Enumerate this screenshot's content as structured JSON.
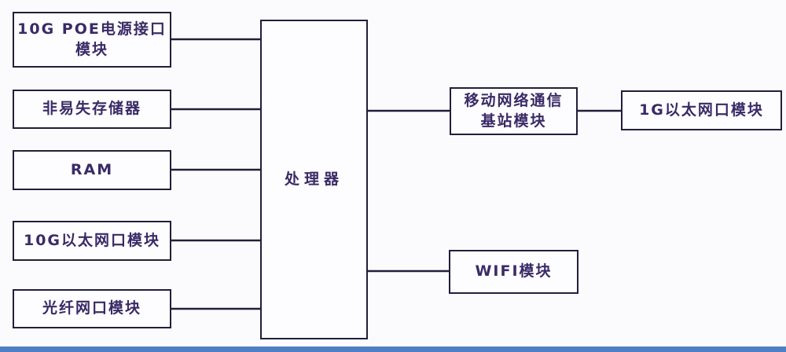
{
  "colors": {
    "background": "#fbfbfe",
    "box_fill": "#fdfdff",
    "box_border": "#221e3a",
    "line": "#221e3a",
    "text": "#3a2a66",
    "bottom_bar": "#4d80c4"
  },
  "nodes": [
    {
      "id": "poe-power",
      "label": "10G POE电源接口\n模块"
    },
    {
      "id": "nv-memory",
      "label": "非易失存储器"
    },
    {
      "id": "ram",
      "label": "RAM"
    },
    {
      "id": "eth-10g",
      "label": "10G以太网口模块"
    },
    {
      "id": "fiber-port",
      "label": "光纤网口模块"
    },
    {
      "id": "processor",
      "label": "处理器"
    },
    {
      "id": "basestation",
      "label": "移动网络通信\n基站模块"
    },
    {
      "id": "eth-1g",
      "label": "1G以太网口模块"
    },
    {
      "id": "wifi",
      "label": "WIFI模块"
    }
  ],
  "edges": [
    {
      "from": "10G POE电源接口模块",
      "to": "处理器"
    },
    {
      "from": "非易失存储器",
      "to": "处理器"
    },
    {
      "from": "RAM",
      "to": "处理器"
    },
    {
      "from": "10G以太网口模块",
      "to": "处理器"
    },
    {
      "from": "光纤网口模块",
      "to": "处理器"
    },
    {
      "from": "处理器",
      "to": "移动网络通信基站模块"
    },
    {
      "from": "移动网络通信基站模块",
      "to": "1G以太网口模块"
    },
    {
      "from": "处理器",
      "to": "WIFI模块"
    }
  ]
}
